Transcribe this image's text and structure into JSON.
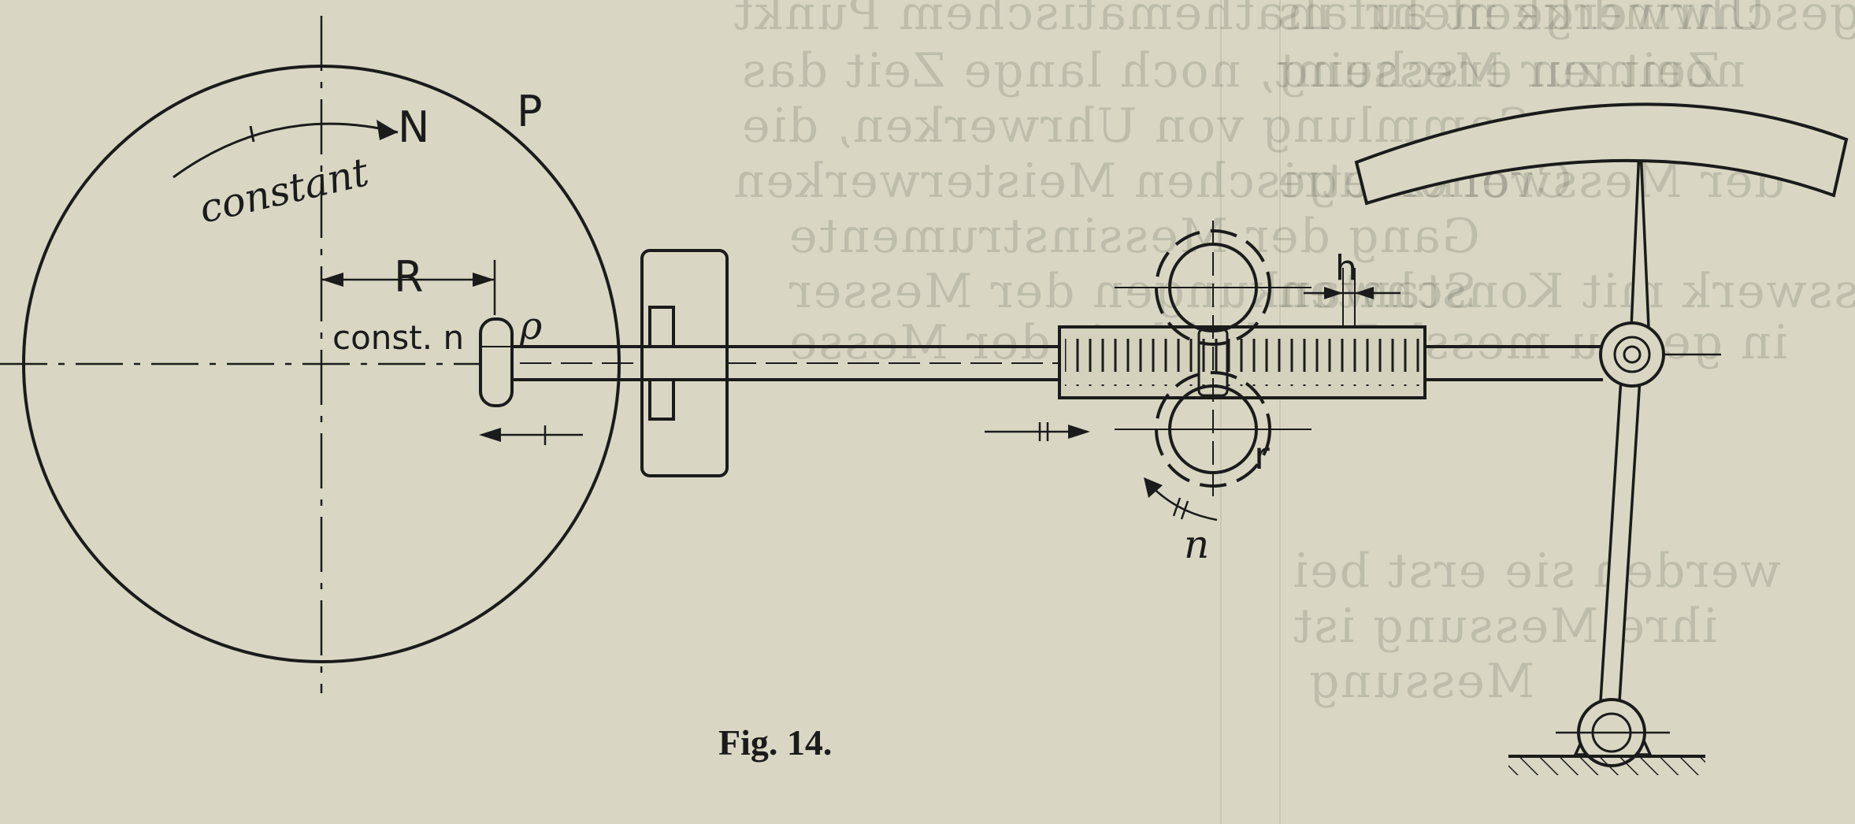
{
  "background_lines": [
    "geschwindigkeit auf mathematischem Punkt",
    "nommen erscheint, noch lange Zeit das",
    "Zur Sammlung von Uhrwerken, die",
    "Cronometrischen Meisterwerken",
    "Gang der Messinstrumente",
    "Schwankungen der Messer",
    "Deutlichkeit der Messe",
    "Uhrwerke mehr als",
    "Zeit zur Messung",
    "der Messwerkzeuge",
    "Messwerk mit Konstanten",
    "in genau messbaren",
    "werden sie erst bei",
    "ihre Messung ist",
    "Messung"
  ],
  "labels": {
    "constant": "constant",
    "N": "N",
    "P": "P",
    "R": "R",
    "rho": "ρ",
    "const_n": "const. n",
    "h": "h",
    "r": "r",
    "n": "n"
  },
  "caption": "Fig. 14.",
  "colors": {
    "paper": "#d9d7c3",
    "ink": "#1b1b1b"
  }
}
